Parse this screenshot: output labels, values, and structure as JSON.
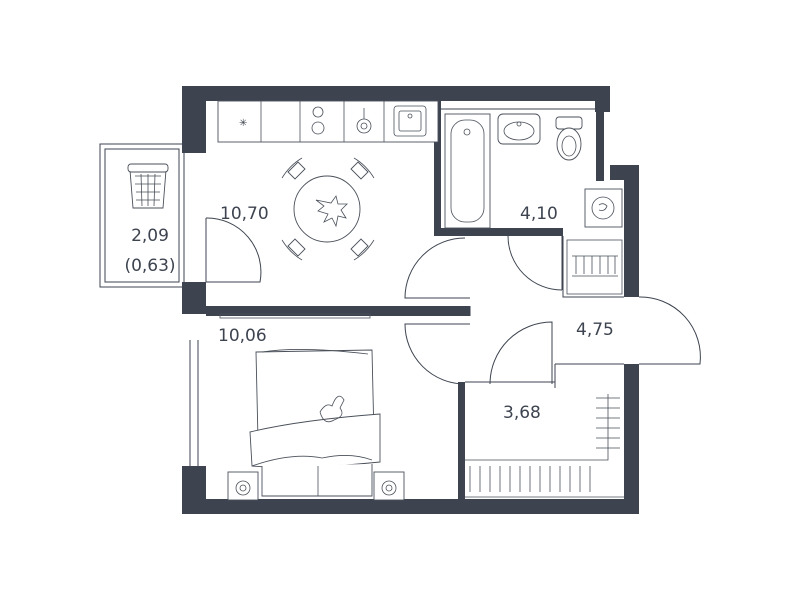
{
  "rooms": {
    "balcony": {
      "area": "2,09",
      "area_reduced": "(0,63)"
    },
    "kitchen": {
      "area": "10,70"
    },
    "bathroom": {
      "area": "4,10"
    },
    "hall": {
      "area": "4,75"
    },
    "bedroom": {
      "area": "10,06"
    },
    "wardrobe": {
      "area": "3,68"
    }
  },
  "colors": {
    "wall": "#3d4450",
    "lines": "#4a505a",
    "background": "#ffffff"
  }
}
